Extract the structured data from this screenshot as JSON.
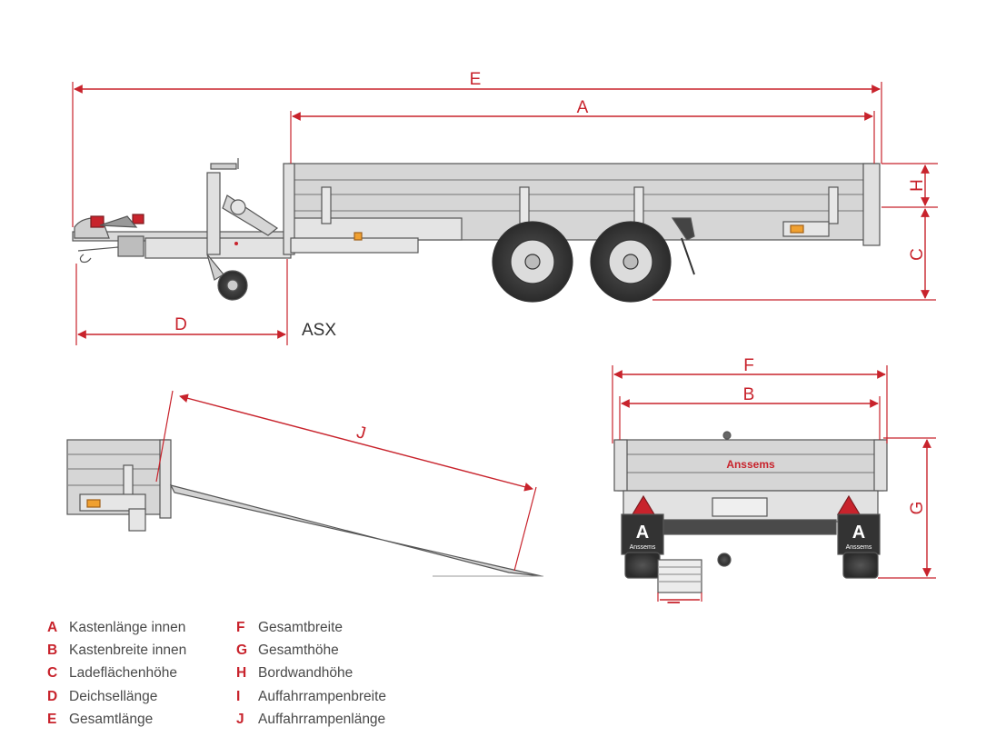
{
  "model": "ASX",
  "brand": "Anssems",
  "plate_letter": "A",
  "colors": {
    "accent": "#c8232c",
    "body": "#d6d6d6",
    "frame": "#555555",
    "text": "#4a4a4a"
  },
  "dimensions": {
    "A": "A",
    "B": "B",
    "C": "C",
    "D": "D",
    "E": "E",
    "F": "F",
    "G": "G",
    "H": "H",
    "I": "I",
    "J": "J"
  },
  "legend": {
    "left": [
      {
        "letter": "A",
        "text": "Kastenlänge innen"
      },
      {
        "letter": "B",
        "text": "Kastenbreite innen"
      },
      {
        "letter": "C",
        "text": "Ladeflächenhöhe"
      },
      {
        "letter": "D",
        "text": "Deichsellänge"
      },
      {
        "letter": "E",
        "text": "Gesamtlänge"
      }
    ],
    "right": [
      {
        "letter": "F",
        "text": "Gesamtbreite"
      },
      {
        "letter": "G",
        "text": "Gesamthöhe"
      },
      {
        "letter": "H",
        "text": "Bordwandhöhe"
      },
      {
        "letter": "I",
        "text": "Auffahrrampenbreite"
      },
      {
        "letter": "J",
        "text": "Auffahrrampenlänge"
      }
    ]
  }
}
